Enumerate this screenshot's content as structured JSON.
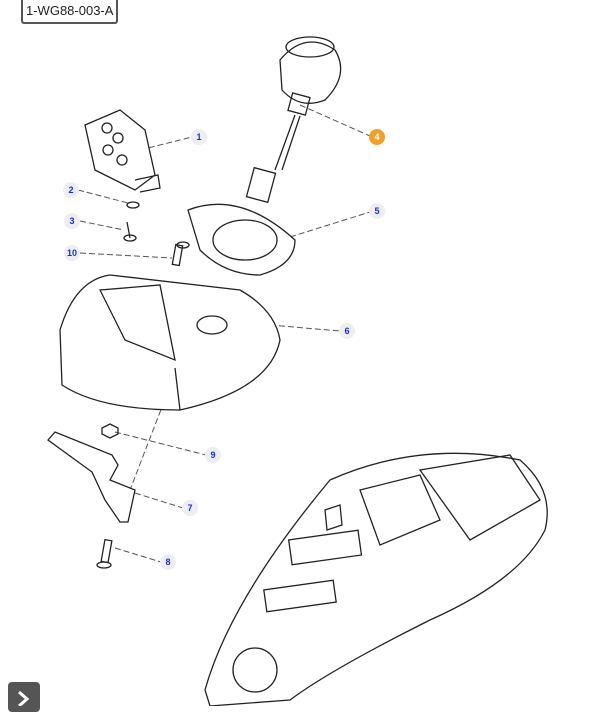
{
  "diagram": {
    "reference_code": "1-WG88-003-A",
    "callouts": [
      {
        "label": "1",
        "highlighted": false
      },
      {
        "label": "2",
        "highlighted": false
      },
      {
        "label": "3",
        "highlighted": false
      },
      {
        "label": "10",
        "highlighted": false
      },
      {
        "label": "4",
        "highlighted": true
      },
      {
        "label": "5",
        "highlighted": false
      },
      {
        "label": "6",
        "highlighted": false
      },
      {
        "label": "9",
        "highlighted": false
      },
      {
        "label": "7",
        "highlighted": false
      },
      {
        "label": "8",
        "highlighted": false
      }
    ],
    "colors": {
      "callout_bg": "#eceef4",
      "callout_text": "#1a2fd6",
      "highlight": "#f0a02a"
    }
  },
  "navigation": {
    "next_icon": "chevron-right-icon"
  }
}
